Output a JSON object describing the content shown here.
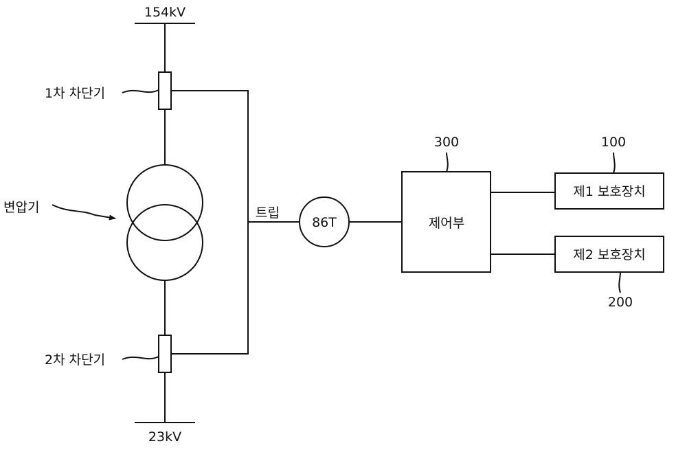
{
  "labels": {
    "bus_high": "154kV",
    "bus_low": "23kV",
    "breaker_primary": "1차 차단기",
    "breaker_secondary": "2차 차단기",
    "transformer": "변압기",
    "trip": "트립",
    "relay_86t": "86T",
    "controller": "제어부",
    "controller_ref": "300",
    "protection_1": "제1 보호장치",
    "protection_1_ref": "100",
    "protection_2": "제2 보호장치",
    "protection_2_ref": "200"
  }
}
